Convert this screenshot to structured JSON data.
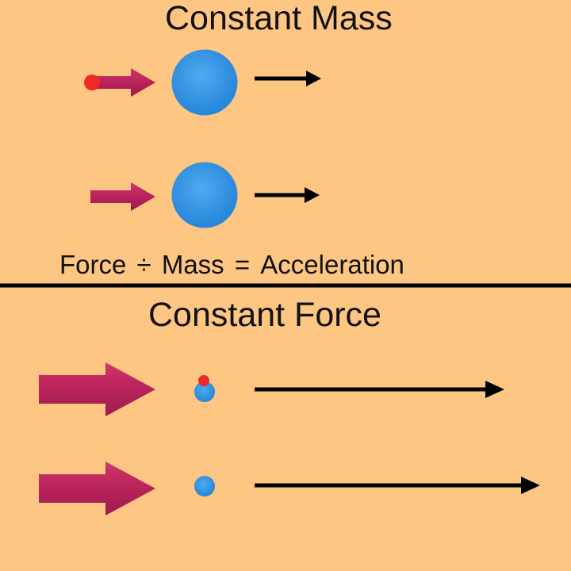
{
  "sections": {
    "top": {
      "title": "Constant Mass"
    },
    "bottom": {
      "title": "Constant Force"
    }
  },
  "formula": {
    "force": "Force",
    "divide": "÷",
    "mass": "Mass",
    "equals": "=",
    "acceleration": "Acceleration"
  },
  "colors": {
    "background": "#FDC682",
    "force_arrow": "#C02A5B",
    "mass_ball": "#2E90E0",
    "added_dot": "#F02828",
    "acceleration_arrow": "#000000",
    "divider": "#000000"
  }
}
